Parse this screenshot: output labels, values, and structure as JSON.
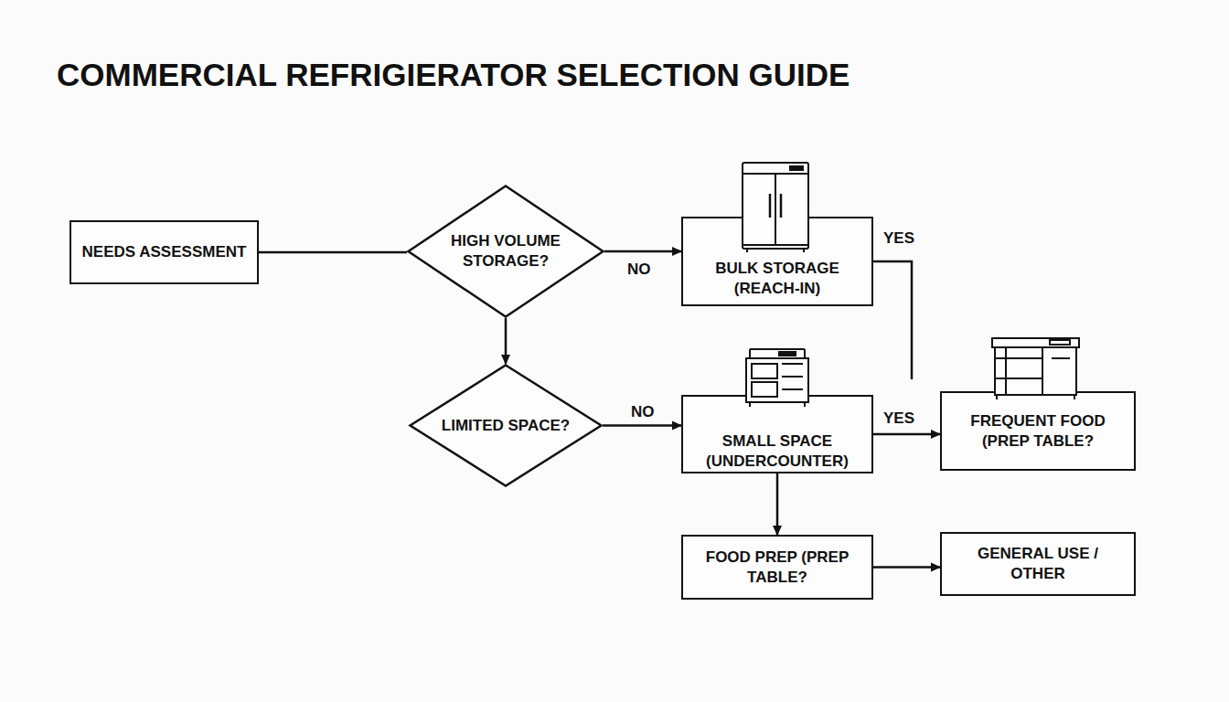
{
  "diagram": {
    "title": "COMMERCIAL REFRIGIERATOR SELECTION GUIDE",
    "nodes": [
      {
        "text": [
          "NEEDS ASSESSMENT"
        ]
      },
      {
        "text": [
          "HIGH VOLUME STORAGE?"
        ]
      },
      {
        "text": [
          "BULK STORAGE (REACH-IN)"
        ]
      },
      {
        "text": [
          "LIMITED SPACE?"
        ]
      },
      {
        "text": [
          "SMALL SPACE (UNDERCOUNTER)"
        ]
      },
      {
        "text": [
          "FREQUENT FOOD (PREP TABLE?"
        ]
      },
      {
        "text": [
          "FOOD PREP (PREP TABLE?"
        ]
      },
      {
        "text": [
          "GENERAL USE / OTHER"
        ]
      }
    ],
    "edges": [
      {
        "from": 0,
        "to": 1,
        "arrow": "none"
      },
      {
        "from": 1,
        "to": 2,
        "label": "NO",
        "arrow": "to"
      },
      {
        "from": 1,
        "to": 3,
        "arrow": "to"
      },
      {
        "from": 3,
        "to": 4,
        "label": "NO",
        "arrow": "to"
      },
      {
        "from": 2,
        "to": 5,
        "label": "YES",
        "arrow": "none"
      },
      {
        "from": 4,
        "to": 5,
        "label": "YES",
        "arrow": "to"
      },
      {
        "from": 4,
        "to": 6,
        "arrow": "to"
      },
      {
        "from": 6,
        "to": 7,
        "arrow": "to"
      }
    ]
  }
}
